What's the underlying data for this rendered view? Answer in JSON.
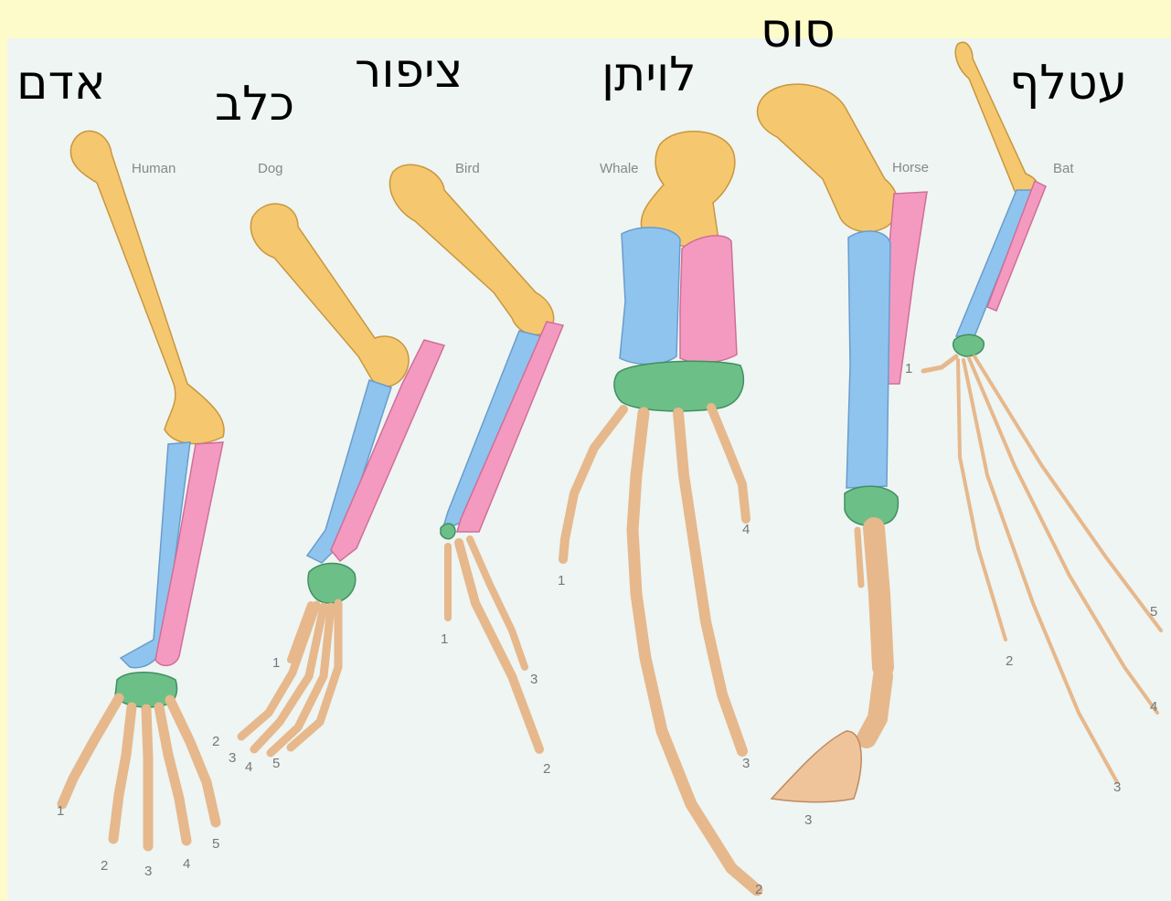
{
  "title_labels": {
    "human": "אדם",
    "dog": "כלב",
    "bird": "ציפור",
    "whale": "לויתן",
    "horse": "סוס",
    "bat": "עטלף"
  },
  "diagram_labels": {
    "human": "Human",
    "dog": "Dog",
    "bird": "Bird",
    "whale": "Whale",
    "horse": "Horse",
    "bat": "Bat"
  },
  "digit_numbers": {
    "human": [
      "1",
      "2",
      "3",
      "4",
      "5"
    ],
    "dog": [
      "1",
      "2",
      "3",
      "4",
      "5"
    ],
    "bird": [
      "1",
      "3",
      "2"
    ],
    "whale": [
      "1",
      "4",
      "3",
      "2"
    ],
    "horse": [
      "3"
    ],
    "bat": [
      "1",
      "5",
      "2",
      "4",
      "3"
    ]
  },
  "colors": {
    "background": "#fdfbc9",
    "panel": "#eef5f2",
    "humerus": "#f5c870",
    "radius": "#8fc4ee",
    "ulna": "#f49ac0",
    "carpals": "#6dbf88",
    "phalanges": "#e6b88c"
  }
}
